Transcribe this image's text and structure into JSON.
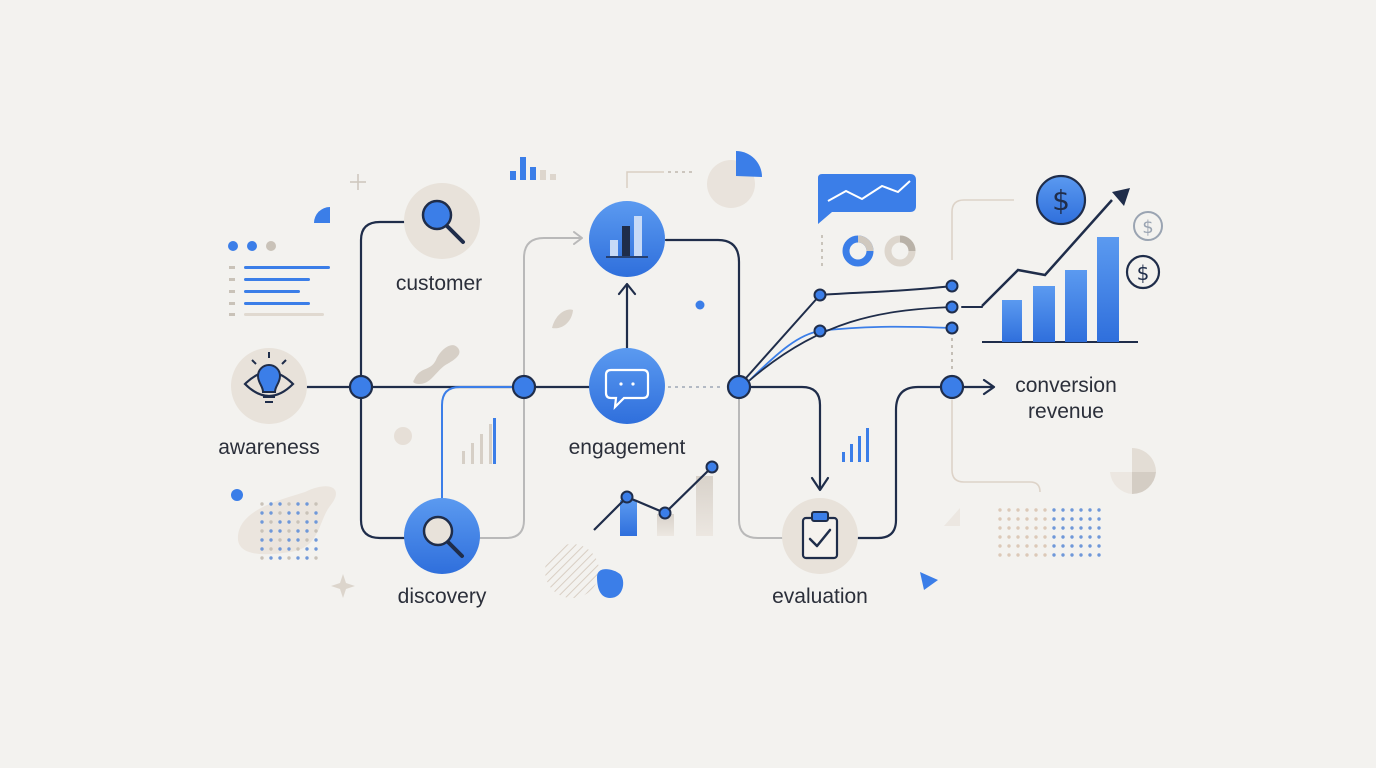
{
  "colors": {
    "background": "#f3f2ef",
    "navy": "#1f2d4a",
    "blue": "#3b7ee8",
    "blue_light": "#5b9af0",
    "gray_line": "#b9b9b9",
    "beige": "#e8e2da",
    "label": "#2b2f3a"
  },
  "stages": {
    "awareness": {
      "label": "awareness",
      "icon": "eye-lightbulb-icon"
    },
    "customer": {
      "label": "customer",
      "icon": "magnifier-icon"
    },
    "discovery": {
      "label": "discovery",
      "icon": "magnifier-icon"
    },
    "engagement": {
      "label": "engagement",
      "icon": "chat-bubble-icon"
    },
    "analytics": {
      "icon": "bar-chart-icon"
    },
    "evaluation": {
      "label": "evaluation",
      "icon": "clipboard-check-icon"
    },
    "conversion": {
      "label_line1": "conversion",
      "label_line2": "revenue",
      "icon": "dollar-icon"
    }
  }
}
